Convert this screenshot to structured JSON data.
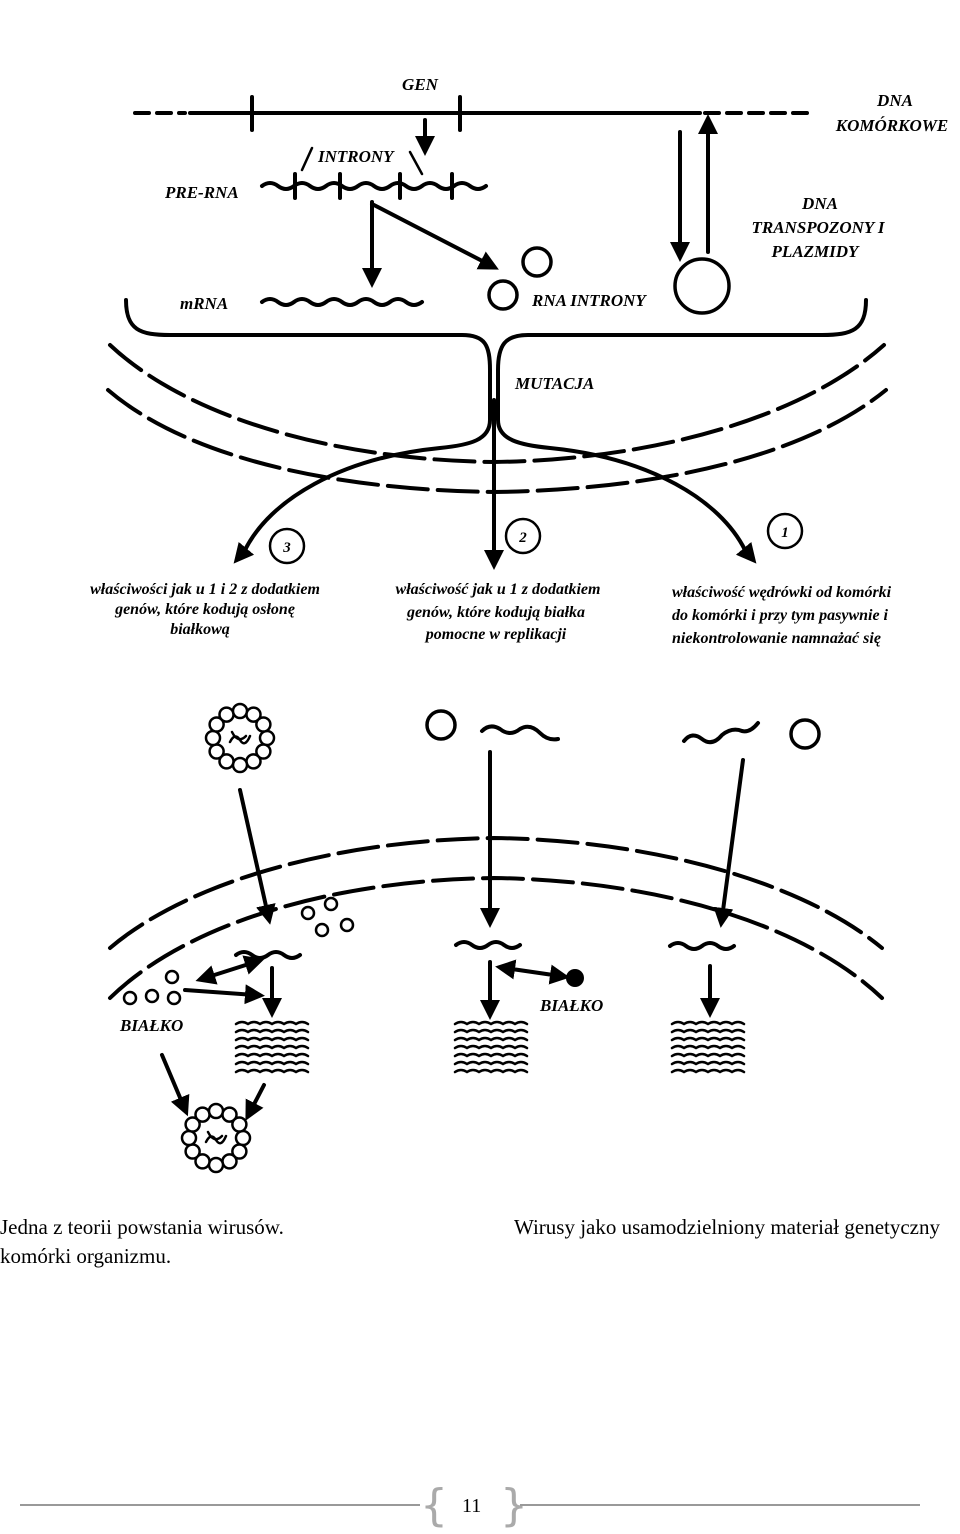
{
  "labels": {
    "gen": "GEN",
    "dna_cell_1": "DNA",
    "dna_cell_2": "KOMÓRKOWE",
    "introny": "INTRONY",
    "pre_rna": "PRE-RNA",
    "dna_transp_1": "DNA",
    "dna_transp_2": "TRANSPOZONY I",
    "dna_transp_3": "PLAZMIDY",
    "mrna": "mRNA",
    "rna_introny": "RNA INTRONY",
    "mutacja": "MUTACJA",
    "bialko_left": "BIAŁKO",
    "bialko_mid": "BIAŁKO"
  },
  "pathways": [
    {
      "number": "3",
      "lines": [
        "właściwości jak u 1 i 2 z dodatkiem",
        "genów, które kodują osłonę",
        "białkową"
      ]
    },
    {
      "number": "2",
      "lines": [
        "właściwość jak u 1 z dodatkiem",
        "genów, które kodują białka",
        "pomocne w replikacji"
      ]
    },
    {
      "number": "1",
      "lines": [
        "właściwość wędrówki od komórki",
        "do komórki i przy tym pasywnie i",
        "niekontrolowanie namnażać się"
      ]
    }
  ],
  "caption": {
    "part1": "Jedna z teorii powstania wirusów.",
    "part2": "Wirusy jako usamodzielniony materiał genetyczny",
    "line2": "komórki organizmu."
  },
  "page_number": "11"
}
